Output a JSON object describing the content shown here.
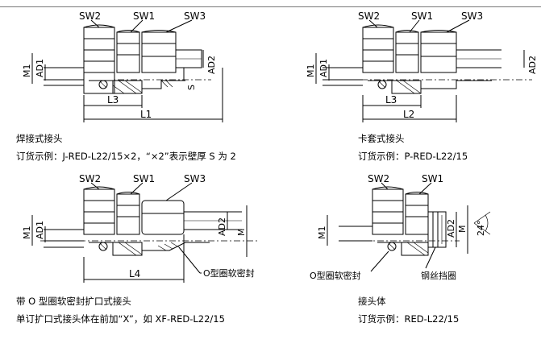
{
  "panels": [
    {
      "labels": {
        "sw2": "SW2",
        "sw1": "SW1",
        "sw3": "SW3",
        "m1": "M1",
        "ad1": "AD1",
        "ad2": "AD2",
        "s": "S",
        "l3": "L3",
        "l1": "L1"
      },
      "title": "焊接式接头",
      "example": "订货示例：J-RED-L22/15×2，“×2”表示壁厚 S 为 2"
    },
    {
      "labels": {
        "sw2": "SW2",
        "sw1": "SW1",
        "sw3": "SW3",
        "m1": "M1",
        "ad1": "AD1",
        "ad2": "AD2",
        "l3": "L3",
        "l2": "L2"
      },
      "title": "卡套式接头",
      "example": "订货示例：P-RED-L22/15"
    },
    {
      "labels": {
        "sw2": "SW2",
        "sw1": "SW1",
        "sw3": "SW3",
        "m1": "M1",
        "ad1": "AD1",
        "ad2": "AD2",
        "m": "M",
        "l4": "L4",
        "oring": "O型圈软密封"
      },
      "title": "带 O 型圈软密封扩口式接头",
      "example": "单订扩口式接头体在前加“X”，如 XF-RED-L22/15"
    },
    {
      "labels": {
        "sw2": "SW2",
        "sw1": "SW1",
        "m1": "M1",
        "ad2": "AD2",
        "m": "M",
        "angle": "24°",
        "oring": "O型圈软密封",
        "wire": "钢丝挡圈"
      },
      "title": "接头体",
      "example": "订货示例：RED-L22/15"
    }
  ]
}
